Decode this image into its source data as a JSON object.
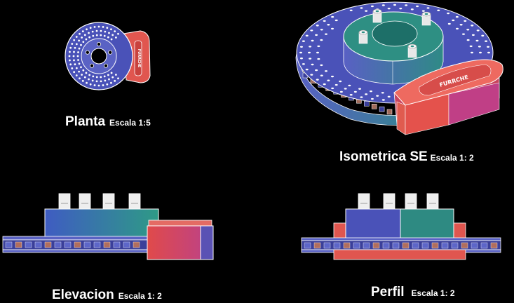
{
  "views": {
    "planta": {
      "title": "Planta",
      "scale": "Escala 1:5"
    },
    "isometrica": {
      "title": "Isometrica SE",
      "scale": "Escala 1: 2"
    },
    "elevacion": {
      "title": "Elevacion",
      "scale": "Escala 1: 2"
    },
    "perfil": {
      "title": "Perfil",
      "scale": "Escala 1: 2"
    }
  },
  "caliper_text": "FURRCHE",
  "colors": {
    "background": "#000000",
    "disc_blue": "#4a52b8",
    "hub_teal": "#2f8f86",
    "caliper_red": "#e0504a",
    "caliper_pink": "#e86a66",
    "bolt_white": "#f2f2f2",
    "edge_line": "#ffffff"
  }
}
